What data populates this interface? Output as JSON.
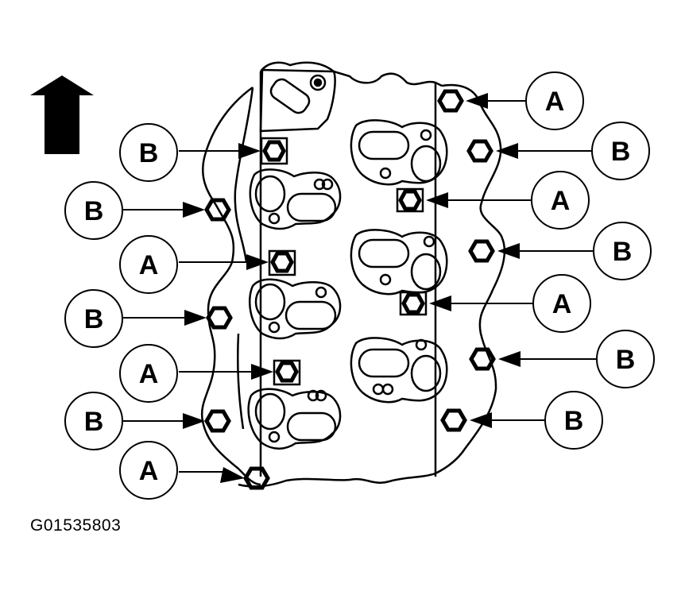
{
  "figure_id": "G01535803",
  "direction_arrow_icon": "up-arrow-icon",
  "callouts": [
    {
      "id": "left-1",
      "label": "B"
    },
    {
      "id": "left-2",
      "label": "B"
    },
    {
      "id": "left-3",
      "label": "A"
    },
    {
      "id": "left-4",
      "label": "B"
    },
    {
      "id": "left-5",
      "label": "A"
    },
    {
      "id": "left-6",
      "label": "B"
    },
    {
      "id": "left-7",
      "label": "A"
    },
    {
      "id": "right-1",
      "label": "A"
    },
    {
      "id": "right-2",
      "label": "B"
    },
    {
      "id": "right-3",
      "label": "A"
    },
    {
      "id": "right-4",
      "label": "B"
    },
    {
      "id": "right-5",
      "label": "A"
    },
    {
      "id": "right-6",
      "label": "B"
    },
    {
      "id": "right-7",
      "label": "B"
    }
  ]
}
